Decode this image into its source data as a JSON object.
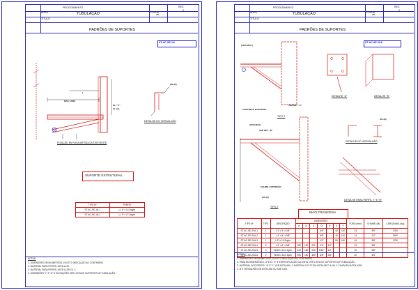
{
  "sheet1": {
    "header": {
      "procedimento_label": "PROCEDIMENTO",
      "rev_label": "REV.",
      "rev_value": "0",
      "area_label": "ÁREA",
      "area_value": "TUBULAÇÃO",
      "folha_label": "FOLHA",
      "folha_value": "- de -",
      "titulo_label": "TÍTULO",
      "title": "PADRÕES DE SUPORTES"
    },
    "code_tag": "ST-AC-SE-1N",
    "labels": {
      "max": "MAX.=2000",
      "l": "L",
      "beam": "EL. \"C\"",
      "beam_sub": "(A ver)",
      "dim": "(20-40)",
      "detalhe_versalhao": "DETALHE DO VERSALHÃO",
      "fixacao": "FIXAÇÃO EM VIGA METÁLICA EXISTENTE"
    },
    "suporte_title": "SUPORTE ESTRUTURAL",
    "table": {
      "col1": "TIPO Nº",
      "col2": "PERFIS",
      "rows": [
        [
          "ST-AC-SE-1N-1",
          "U- 6\" x 12,2kg/m"
        ],
        [
          "ST-AC-SE-1N-2",
          "U- 6\" x 17,2kg/m"
        ]
      ]
    },
    "notes_title": "NOTAS:",
    "notes": [
      "1- DIMENSÕES EM MILÍMETROS, EXCETO INDICAÇÃO AO CONTRÁRIO.",
      "2- MATERIAL PARA PERFIS: ASTM A-36.",
      "3- MATERIAL PARA PERFIS: ASTM A-283 Gr. C.",
      "4- DIMENSÕES \"L\" E \"A\" E ELEVAÇÕES VER LISTA DE SUPORTES DE TUBULAÇÃO."
    ]
  },
  "sheet2": {
    "header": {
      "procedimento_label": "PROCEDIMENTO",
      "rev_label": "REV.",
      "rev_value": "0",
      "area_label": "ÁREA",
      "area_value": "TUBULAÇÃO",
      "folha_label": "FOLHA",
      "folha_value": "- de -",
      "titulo_label": "TÍTULO",
      "title": "PADRÕES DE SUPORTES"
    },
    "code_tag": "ST-AC-SE-2XA",
    "labels": {
      "tipo1": "TIPO 1",
      "tipo2": "TIPO 2",
      "detalhe_a": "DETALHE \"A\"",
      "detalhe_b": "DETALHE \"B\"",
      "detalhe_versalhao": "DETALHE DO VERSALHÃO",
      "detalhe_perfil": "DETALHE PARA PERFIL \"I\" E \"H\"",
      "concreto": "CONCRETO EXISTENTE",
      "chumb": "CHUMB. EXPANSÃO",
      "dim1": "(1500 MAX.)",
      "dim2": "(20-40)",
      "dim3": "(1500 MAX.)",
      "dim_top": "(20-40)",
      "dim_u": "U",
      "vert": "VER DET. \"A\"",
      "vert_b": "VER DET. \"B\""
    },
    "mao_title": "MÃO FRANCESA",
    "table": {
      "dim_header": "DIMENSÕES",
      "headers": [
        "TIPO Nº",
        "TIPO",
        "DESCRIÇÃO",
        "A",
        "B",
        "C",
        "D",
        "E",
        "X",
        "Y",
        "FURO (mm)",
        "CHUMB. (Ø)",
        "CARGA MAX.(Kg)"
      ],
      "rows": [
        [
          "ST-AC-SE-2XA-1",
          "1",
          "L 3\" x 3\" x 3/8\"",
          "",
          "",
          "",
          "3/8\"",
          "",
          "40",
          "140",
          "13",
          "3/8\"",
          "1250"
        ],
        [
          "ST-AC-SE-2XA-2",
          "1",
          "L 4\" x 4\" x 3/8\"",
          "",
          "",
          "",
          "3/8\"",
          "",
          "40",
          "140",
          "14",
          "1/2\"",
          "1600"
        ],
        [
          "ST-AC-SE-2XA-3",
          "1",
          "L 3\" x 12,2kg/m",
          "",
          "",
          "",
          "1/2\"",
          "",
          "50",
          "140",
          "16",
          "3/8\"",
          "1750"
        ],
        [
          "ST-AC-SE-2XA-4",
          "2",
          "L 3\" x 3\" x 3/8\"",
          "180",
          "120",
          "220",
          "1/4\"",
          "1/2\"",
          "",
          "",
          "13",
          "3/8\"",
          ""
        ],
        [
          "ST-AC-SE-2XA-5",
          "2",
          "W150 x 13,0 kg/m",
          "220",
          "180",
          "240",
          "5/16\"",
          "1/2\"",
          "",
          "",
          "16",
          "3/8\"",
          ""
        ],
        [
          "ST-AC-SE-2XA-6",
          "2",
          "W150 x 18,0 kg/m",
          "300",
          "180",
          "300",
          "3/8\"",
          "3/4\"",
          "",
          "",
          "22",
          "3/4\"",
          ""
        ]
      ]
    },
    "notes_title": "NOTAS:",
    "notes": [
      "1- DIMENSÕES EM MILÍMETROS, EXCETO INDICAÇÃO AO CONTRÁRIO.",
      "2- PARA AS DIMENSÕES L, Ø E EL \"E\" E ESPECIFICAÇÃO DA LINHA, VER LISTA DE SUPORTES DE TUBULAÇÃO.",
      "3- MATERIAL DOS PERFIS: \"A\" E \"L\" VER ASTM A36, C MATERIAL DO \"B\" EM ASTM A307 Gr.36, C CHAPA EM ASTM A283",
      "4- Ø E VERSALHÃO EM ASTM A36 OU SAE 1020."
    ]
  },
  "colors": {
    "frame_blue": "#1a1ad0",
    "drawing_red": "#d01010",
    "text_black": "#111111"
  }
}
